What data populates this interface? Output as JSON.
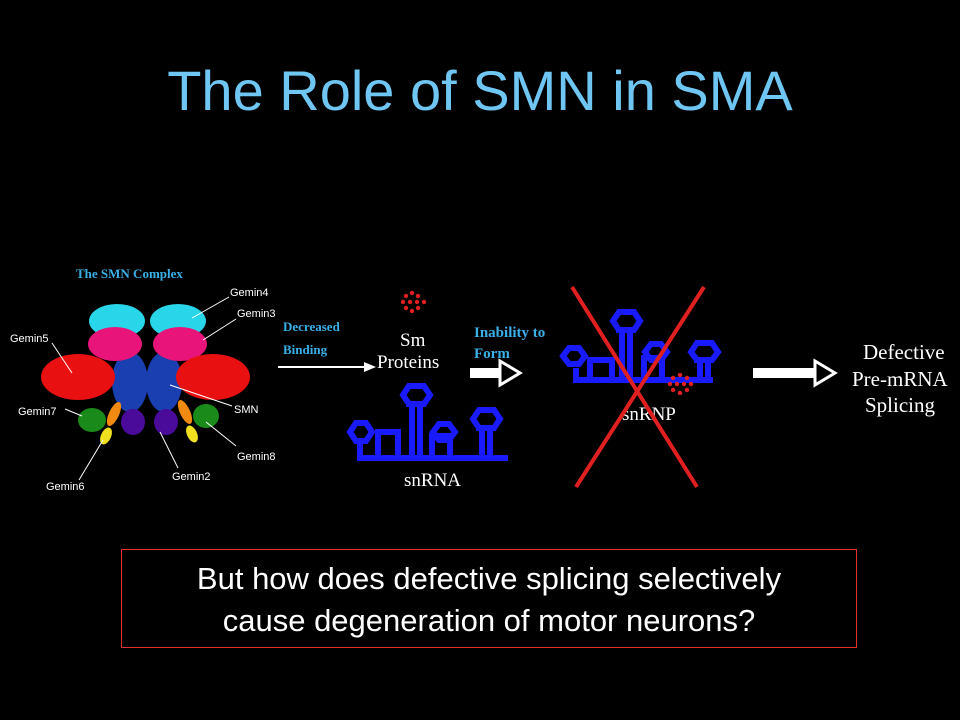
{
  "title": "The Role of SMN in SMA",
  "complex": {
    "heading": "The SMN Complex",
    "labels": {
      "gemin4": "Gemin4",
      "gemin3": "Gemin3",
      "gemin5": "Gemin5",
      "gemin7": "Gemin7",
      "smn": "SMN",
      "gemin8": "Gemin8",
      "gemin2": "Gemin2",
      "gemin6": "Gemin6"
    }
  },
  "flow": {
    "decreased_line1": "Decreased",
    "decreased_line2": "Binding",
    "sm_line1": "Sm",
    "sm_line2": "Proteins",
    "snrna": "snRNA",
    "inability_line1": "Inability to",
    "inability_line2": "Form",
    "snrnp": "snRNP",
    "defective_line1": "Defective",
    "defective_line2": "Pre-mRNA",
    "defective_line3": "Splicing"
  },
  "question": {
    "line1": "But how does defective splicing selectively",
    "line2": "cause degeneration of motor neurons?"
  },
  "colors": {
    "background": "#000000",
    "title": "#6fc6f2",
    "rna_blue": "#1a1aff",
    "cross_red": "#e02020",
    "label_blue": "#3ab0e8",
    "sm_protein_red": "#e02020"
  }
}
